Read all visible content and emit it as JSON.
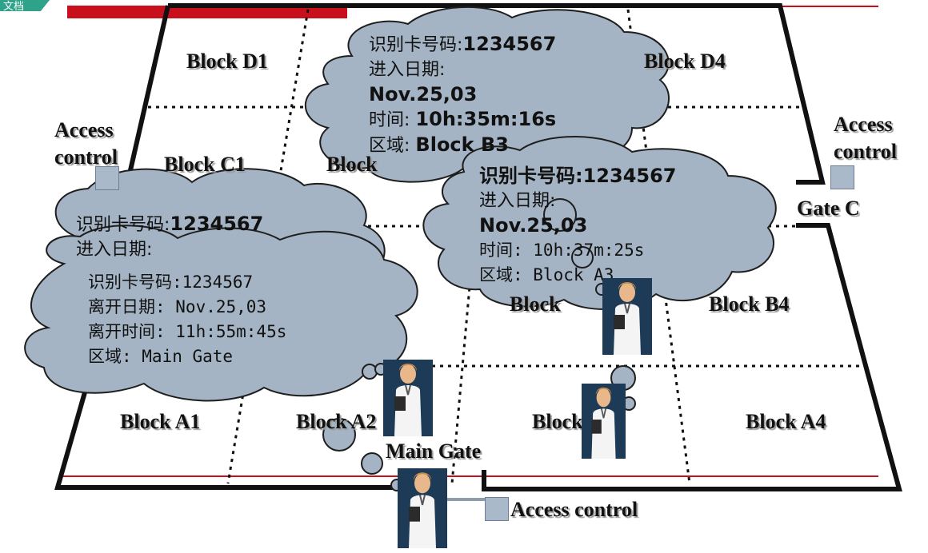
{
  "corner_tab": {
    "label": "文档"
  },
  "blocks": {
    "d1": "Block D1",
    "d4": "Block D4",
    "c1": "Block C1",
    "c2_partial": "Block",
    "b3_partial": "Block",
    "b4": "Block B4",
    "a1": "Block A1",
    "a2": "Block A2",
    "a3": "Block A3",
    "a4": "Block A4"
  },
  "labels": {
    "gate_c": "Gate C",
    "main_gate": "Main Gate",
    "access_left": [
      "Access",
      "control"
    ],
    "access_right": [
      "Access",
      "control"
    ],
    "access_bottom": "Access control"
  },
  "bubbles": {
    "top": [
      "识别卡号码:",
      "1234567",
      "进入日期:",
      "Nov.25,03",
      "时间:",
      "10h:35m:16s",
      "区域:",
      "Block B3"
    ],
    "right": [
      "识别卡号码:1234567",
      "进入日期:",
      "Nov.25,03",
      "时间: 10h:37m:25s",
      "区域: Block A3"
    ],
    "left_back": [
      "识别卡号码:",
      "1234567",
      "进入日期:"
    ],
    "left_front": [
      "识别卡号码:1234567",
      "离开日期: Nov.25,03",
      "离开时间: 11h:55m:45s",
      "区域: Main Gate"
    ]
  },
  "colors": {
    "cloud": "#a4b4c4",
    "cloud_outline": "#1e1e1e",
    "walls": "#111111",
    "red_band": "#c8101c",
    "nurse_bg": "#1d3a56",
    "tab": "#2fa38a"
  },
  "icons": [
    "nurse-figure-icon",
    "access-control-square-icon"
  ]
}
